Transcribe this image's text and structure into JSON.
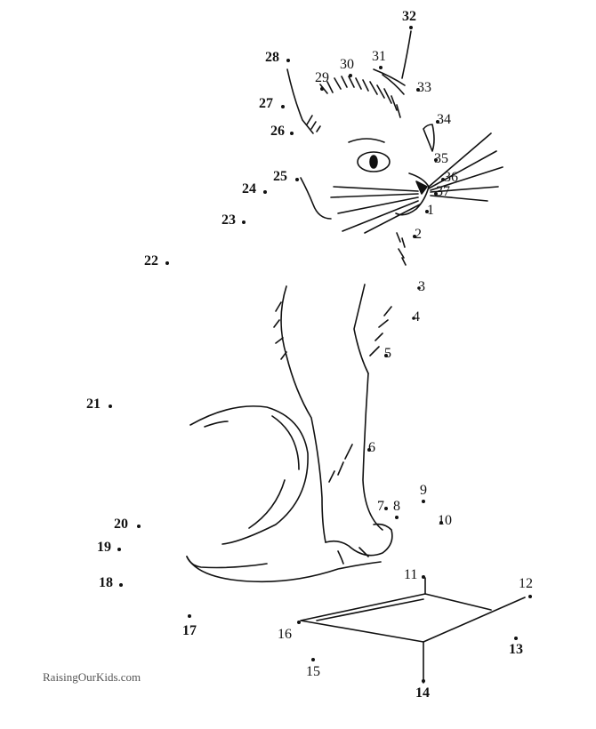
{
  "credit": "RaisingOurKids.com",
  "dots": [
    {
      "n": "1"
    },
    {
      "n": "2"
    },
    {
      "n": "3"
    },
    {
      "n": "4"
    },
    {
      "n": "5"
    },
    {
      "n": "6"
    },
    {
      "n": "7"
    },
    {
      "n": "8"
    },
    {
      "n": "9"
    },
    {
      "n": "10"
    },
    {
      "n": "11"
    },
    {
      "n": "12"
    },
    {
      "n": "13"
    },
    {
      "n": "14"
    },
    {
      "n": "15"
    },
    {
      "n": "16"
    },
    {
      "n": "17"
    },
    {
      "n": "18"
    },
    {
      "n": "19"
    },
    {
      "n": "20"
    },
    {
      "n": "21"
    },
    {
      "n": "22"
    },
    {
      "n": "23"
    },
    {
      "n": "24"
    },
    {
      "n": "25"
    },
    {
      "n": "26"
    },
    {
      "n": "27"
    },
    {
      "n": "28"
    },
    {
      "n": "29"
    },
    {
      "n": "30"
    },
    {
      "n": "31"
    },
    {
      "n": "32"
    },
    {
      "n": "33"
    },
    {
      "n": "34"
    },
    {
      "n": "35"
    },
    {
      "n": "36"
    },
    {
      "n": "37"
    }
  ]
}
